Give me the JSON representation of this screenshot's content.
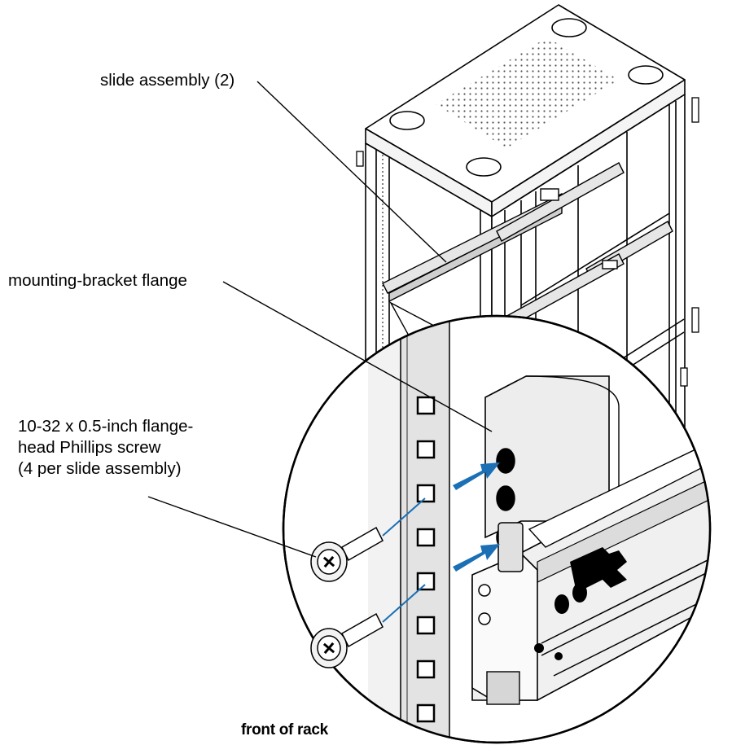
{
  "callouts": {
    "slide_assembly": "slide assembly (2)",
    "mounting_bracket_flange": "mounting-bracket flange",
    "screw_line1": "10-32 x 0.5-inch flange-",
    "screw_line2": "head Phillips screw",
    "screw_line3": "(4 per slide assembly)",
    "front_of_rack": "front of rack"
  },
  "colors": {
    "line": "#000000",
    "arrow": "#1a6fb5",
    "rail_shade": "#d9d9d9"
  }
}
